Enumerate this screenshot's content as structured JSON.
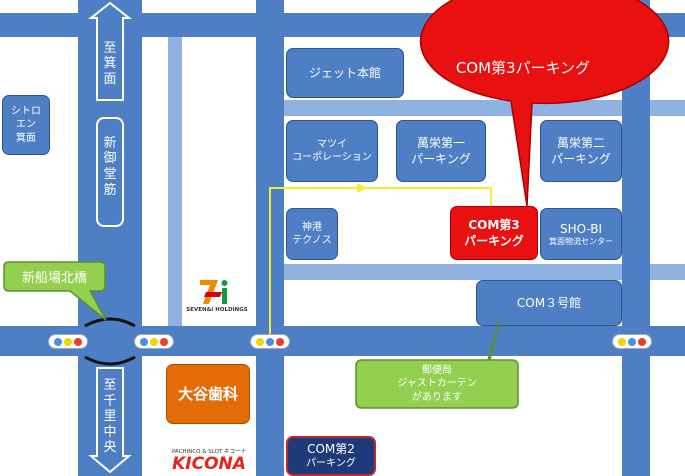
{
  "colors": {
    "road": "#4e7ec4",
    "road_light": "#8fb2e0",
    "route_arrow": "#f2ee30",
    "target_red": "#e81010",
    "callout_green": "#93d050",
    "dental_orange": "#e36c09",
    "signal_blue": "#4a90d9",
    "signal_yellow": "#f2d600",
    "signal_red": "#e8402a"
  },
  "roads": {
    "main_avenue_north": [
      "至",
      "箕",
      "面"
    ],
    "main_avenue_name": [
      "新",
      "御",
      "堂",
      "筋"
    ],
    "main_avenue_south": [
      "至",
      "千",
      "里",
      "中",
      "央"
    ]
  },
  "buildings": {
    "citroen": [
      "シトロ",
      "エン",
      "箕面"
    ],
    "jet_honkan": "ジェット本館",
    "matsui": [
      "マツイ",
      "コーポレーション"
    ],
    "banei1": [
      "萬栄第一",
      "パーキング"
    ],
    "banei2": [
      "萬栄第二",
      "パーキング"
    ],
    "shinko": [
      "神港",
      "テクノス"
    ],
    "target_parking": [
      "COM第3",
      "パーキング"
    ],
    "shobi": [
      "SHO-BI",
      "箕面物流センター"
    ],
    "com3_honkan": "COM３号館",
    "otani_dental": "大谷歯科",
    "com2_parking": [
      "COM第2",
      "パーキング"
    ]
  },
  "logos": {
    "seven_i_holdings": "SEVEN&i HOLDINGS",
    "kicona_tagline": "PACHINCO & SLOT キコーナ",
    "kicona_name": "KICONA"
  },
  "callouts": {
    "intersection": "新船場北橋",
    "target": "COM第3パーキング",
    "post_office": [
      "郵便局",
      "ジャストカーテン",
      "があります"
    ]
  }
}
